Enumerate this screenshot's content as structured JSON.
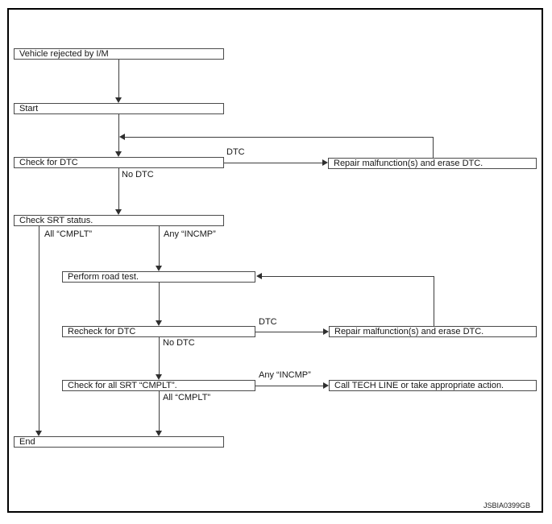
{
  "figure_code": "JSBIA0399GB",
  "flowchart": {
    "nodes": [
      {
        "id": "vehicle_rejected",
        "label": "Vehicle rejected by I/M"
      },
      {
        "id": "start",
        "label": "Start"
      },
      {
        "id": "check_dtc",
        "label": "Check for DTC"
      },
      {
        "id": "repair_1",
        "label": "Repair malfunction(s) and erase DTC."
      },
      {
        "id": "check_srt",
        "label": "Check SRT status."
      },
      {
        "id": "road_test",
        "label": "Perform road test."
      },
      {
        "id": "recheck_dtc",
        "label": "Recheck for DTC"
      },
      {
        "id": "repair_2",
        "label": "Repair malfunction(s) and erase DTC."
      },
      {
        "id": "check_all_srt",
        "label": "Check for all SRT “CMPLT”."
      },
      {
        "id": "tech_line",
        "label": "Call TECH LINE or take appropriate action."
      },
      {
        "id": "end",
        "label": "End"
      }
    ],
    "edge_labels": {
      "dtc_1": "DTC",
      "no_dtc_1": "No DTC",
      "all_cmplt_1": "All “CMPLT”",
      "any_incmp_1": "Any “INCMP”",
      "dtc_2": "DTC",
      "no_dtc_2": "No DTC",
      "any_incmp_2": "Any “INCMP”",
      "all_cmplt_2": "All “CMPLT”"
    },
    "edges": [
      {
        "from": "vehicle_rejected",
        "to": "start",
        "label": ""
      },
      {
        "from": "start",
        "to": "check_dtc",
        "label": ""
      },
      {
        "from": "check_dtc",
        "to": "repair_1",
        "label": "DTC"
      },
      {
        "from": "repair_1",
        "to": "check_dtc",
        "label": ""
      },
      {
        "from": "check_dtc",
        "to": "check_srt",
        "label": "No DTC"
      },
      {
        "from": "check_srt",
        "to": "end",
        "label": "All “CMPLT”"
      },
      {
        "from": "check_srt",
        "to": "road_test",
        "label": "Any “INCMP”"
      },
      {
        "from": "road_test",
        "to": "recheck_dtc",
        "label": ""
      },
      {
        "from": "recheck_dtc",
        "to": "repair_2",
        "label": "DTC"
      },
      {
        "from": "repair_2",
        "to": "road_test",
        "label": ""
      },
      {
        "from": "recheck_dtc",
        "to": "check_all_srt",
        "label": "No DTC"
      },
      {
        "from": "check_all_srt",
        "to": "tech_line",
        "label": "Any “INCMP”"
      },
      {
        "from": "check_all_srt",
        "to": "end",
        "label": "All “CMPLT”"
      }
    ]
  }
}
